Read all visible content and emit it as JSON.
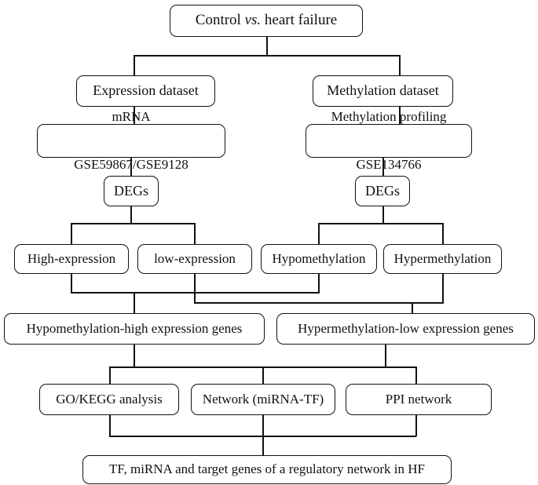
{
  "diagram": {
    "title": "Control vs. heart failure bioinformatics analysis workflow",
    "background_color": "#ffffff",
    "line_color": "#111111",
    "nodes": {
      "root": {
        "label": "Control vs. heart failure",
        "label_prefix": "Control ",
        "label_italic": "vs.",
        "label_suffix": " heart failure"
      },
      "expression_dataset": {
        "label": "Expression dataset"
      },
      "methylation_dataset": {
        "label": "Methylation dataset"
      },
      "mrna": {
        "line1": "mRNA",
        "line2": "GSE59867/GSE9128"
      },
      "methylation_profiling": {
        "line1": "Methylation profiling",
        "line2": "GSE134766"
      },
      "degs_left": {
        "label": "DEGs"
      },
      "degs_right": {
        "label": "DEGs"
      },
      "high_expression": {
        "label": "High-expression"
      },
      "low_expression": {
        "label": "low-expression"
      },
      "hypomethylation": {
        "label": "Hypomethylation"
      },
      "hypermethylation": {
        "label": "Hypermethylation"
      },
      "hypo_high_genes": {
        "label": "Hypomethylation-high expression genes"
      },
      "hyper_low_genes": {
        "label": "Hypermethylation-low expression genes"
      },
      "go_kegg": {
        "label": "GO/KEGG analysis"
      },
      "network_mirna_tf": {
        "label": "Network (miRNA-TF)"
      },
      "ppi_network": {
        "label": "PPI network"
      },
      "final": {
        "label": "TF, miRNA and target genes of a regulatory network in HF"
      }
    }
  }
}
